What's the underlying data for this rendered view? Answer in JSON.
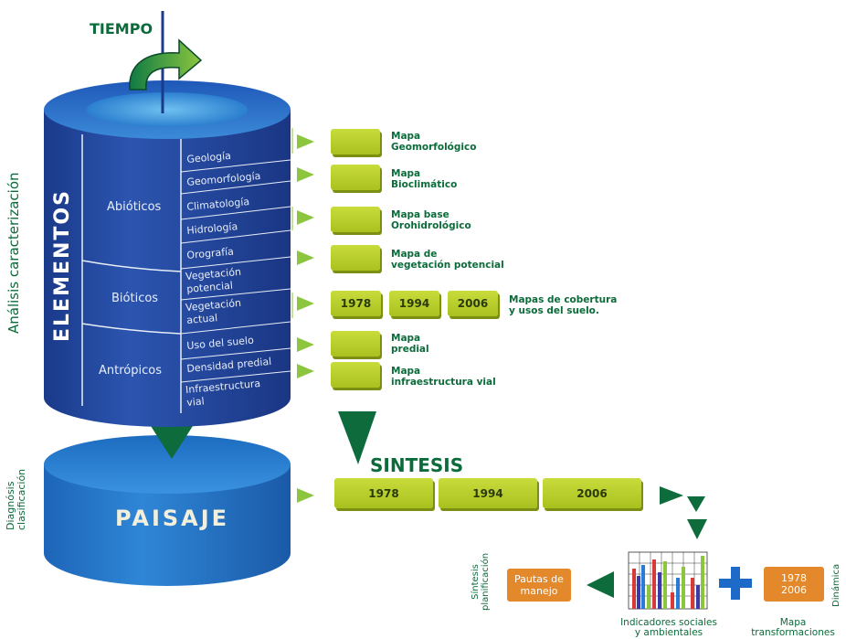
{
  "tiempo": "TIEMPO",
  "side_left": "Análisis caracterización",
  "side_left2_l1": "Diagnósis",
  "side_left2_l2": "clasificación",
  "elementos": "ELEMENTOS",
  "categories": [
    "Abióticos",
    "Bióticos",
    "Antrópicos"
  ],
  "layers": {
    "geologia": "Geología",
    "geomorfologia": "Geomorfología",
    "climatologia": "Climatología",
    "hidrologia": "Hidrología",
    "orografia": "Orografía",
    "veg_pot_1": "Vegetación",
    "veg_pot_2": "potencial",
    "veg_act_1": "Vegetación",
    "veg_act_2": "actual",
    "uso": "Uso del suelo",
    "densidad": "Densidad predial",
    "infra_1": "Infraestructura",
    "infra_2": "vial"
  },
  "maps": {
    "m1_l1": "Mapa",
    "m1_l2": "Geomorfológico",
    "m2_l1": "Mapa",
    "m2_l2": "Bioclimático",
    "m3_l1": "Mapa base",
    "m3_l2": "Orohidrológico",
    "m4_l1": "Mapa de",
    "m4_l2": "vegetación potencial",
    "m5_l1": "Mapas de cobertura",
    "m5_l2": "y usos del suelo.",
    "m6_l1": "Mapa",
    "m6_l2": "predial",
    "m7_l1": "Mapa",
    "m7_l2": "infraestructura vial"
  },
  "years": [
    "1978",
    "1994",
    "2006"
  ],
  "paisaje": "PAISAJE",
  "sintesis": "SINTESIS",
  "bottom": {
    "sintesis_plan_l1": "Síntesis",
    "sintesis_plan_l2": "planificación",
    "pautas_l1": "Pautas de",
    "pautas_l2": "manejo",
    "indicadores_l1": "Indicadores sociales",
    "indicadores_l2": "y ambientales",
    "transf_years_l1": "1978",
    "transf_years_l2": "2006",
    "mapa_l1": "Mapa",
    "mapa_l2": "transformaciones",
    "dinamica": "Dinámica"
  },
  "colors": {
    "dark_green": "#0b6b3a",
    "lime": "#b5cc25",
    "blue": "#2a4fa0",
    "orange": "#e3892b"
  }
}
